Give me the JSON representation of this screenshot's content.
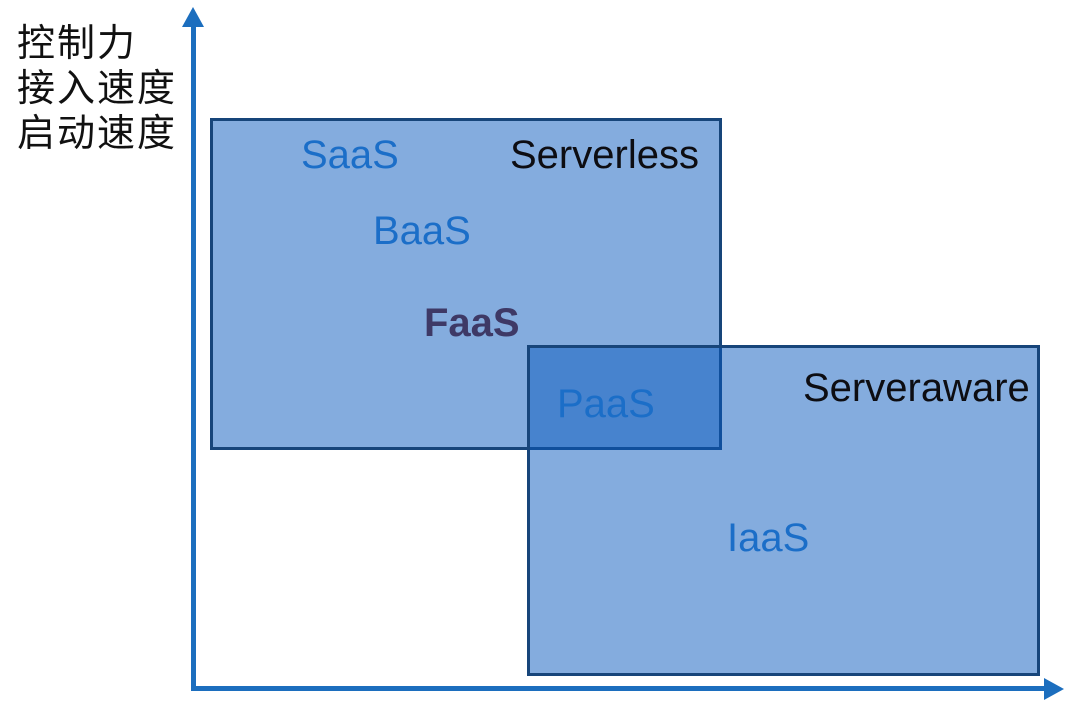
{
  "diagram": {
    "y_axis_caption": {
      "line1": "控制力",
      "line2": "接入速度",
      "line3": "启动速度"
    },
    "regions": {
      "serverless": {
        "label": "Serverless"
      },
      "serveraware": {
        "label": "Serveraware"
      }
    },
    "services": {
      "saas": "SaaS",
      "baas": "BaaS",
      "faas": "FaaS",
      "paas": "PaaS",
      "iaas": "IaaS"
    },
    "colors": {
      "axis_blue": "#1C6EBE",
      "region_fill_light": "#7DACDE",
      "region_overlap": "#4786CE",
      "region_border": "#17457A",
      "service_label_blue": "#1B6EC8",
      "faas_purple": "#3E3966",
      "heading_black": "#0D0D12"
    }
  }
}
